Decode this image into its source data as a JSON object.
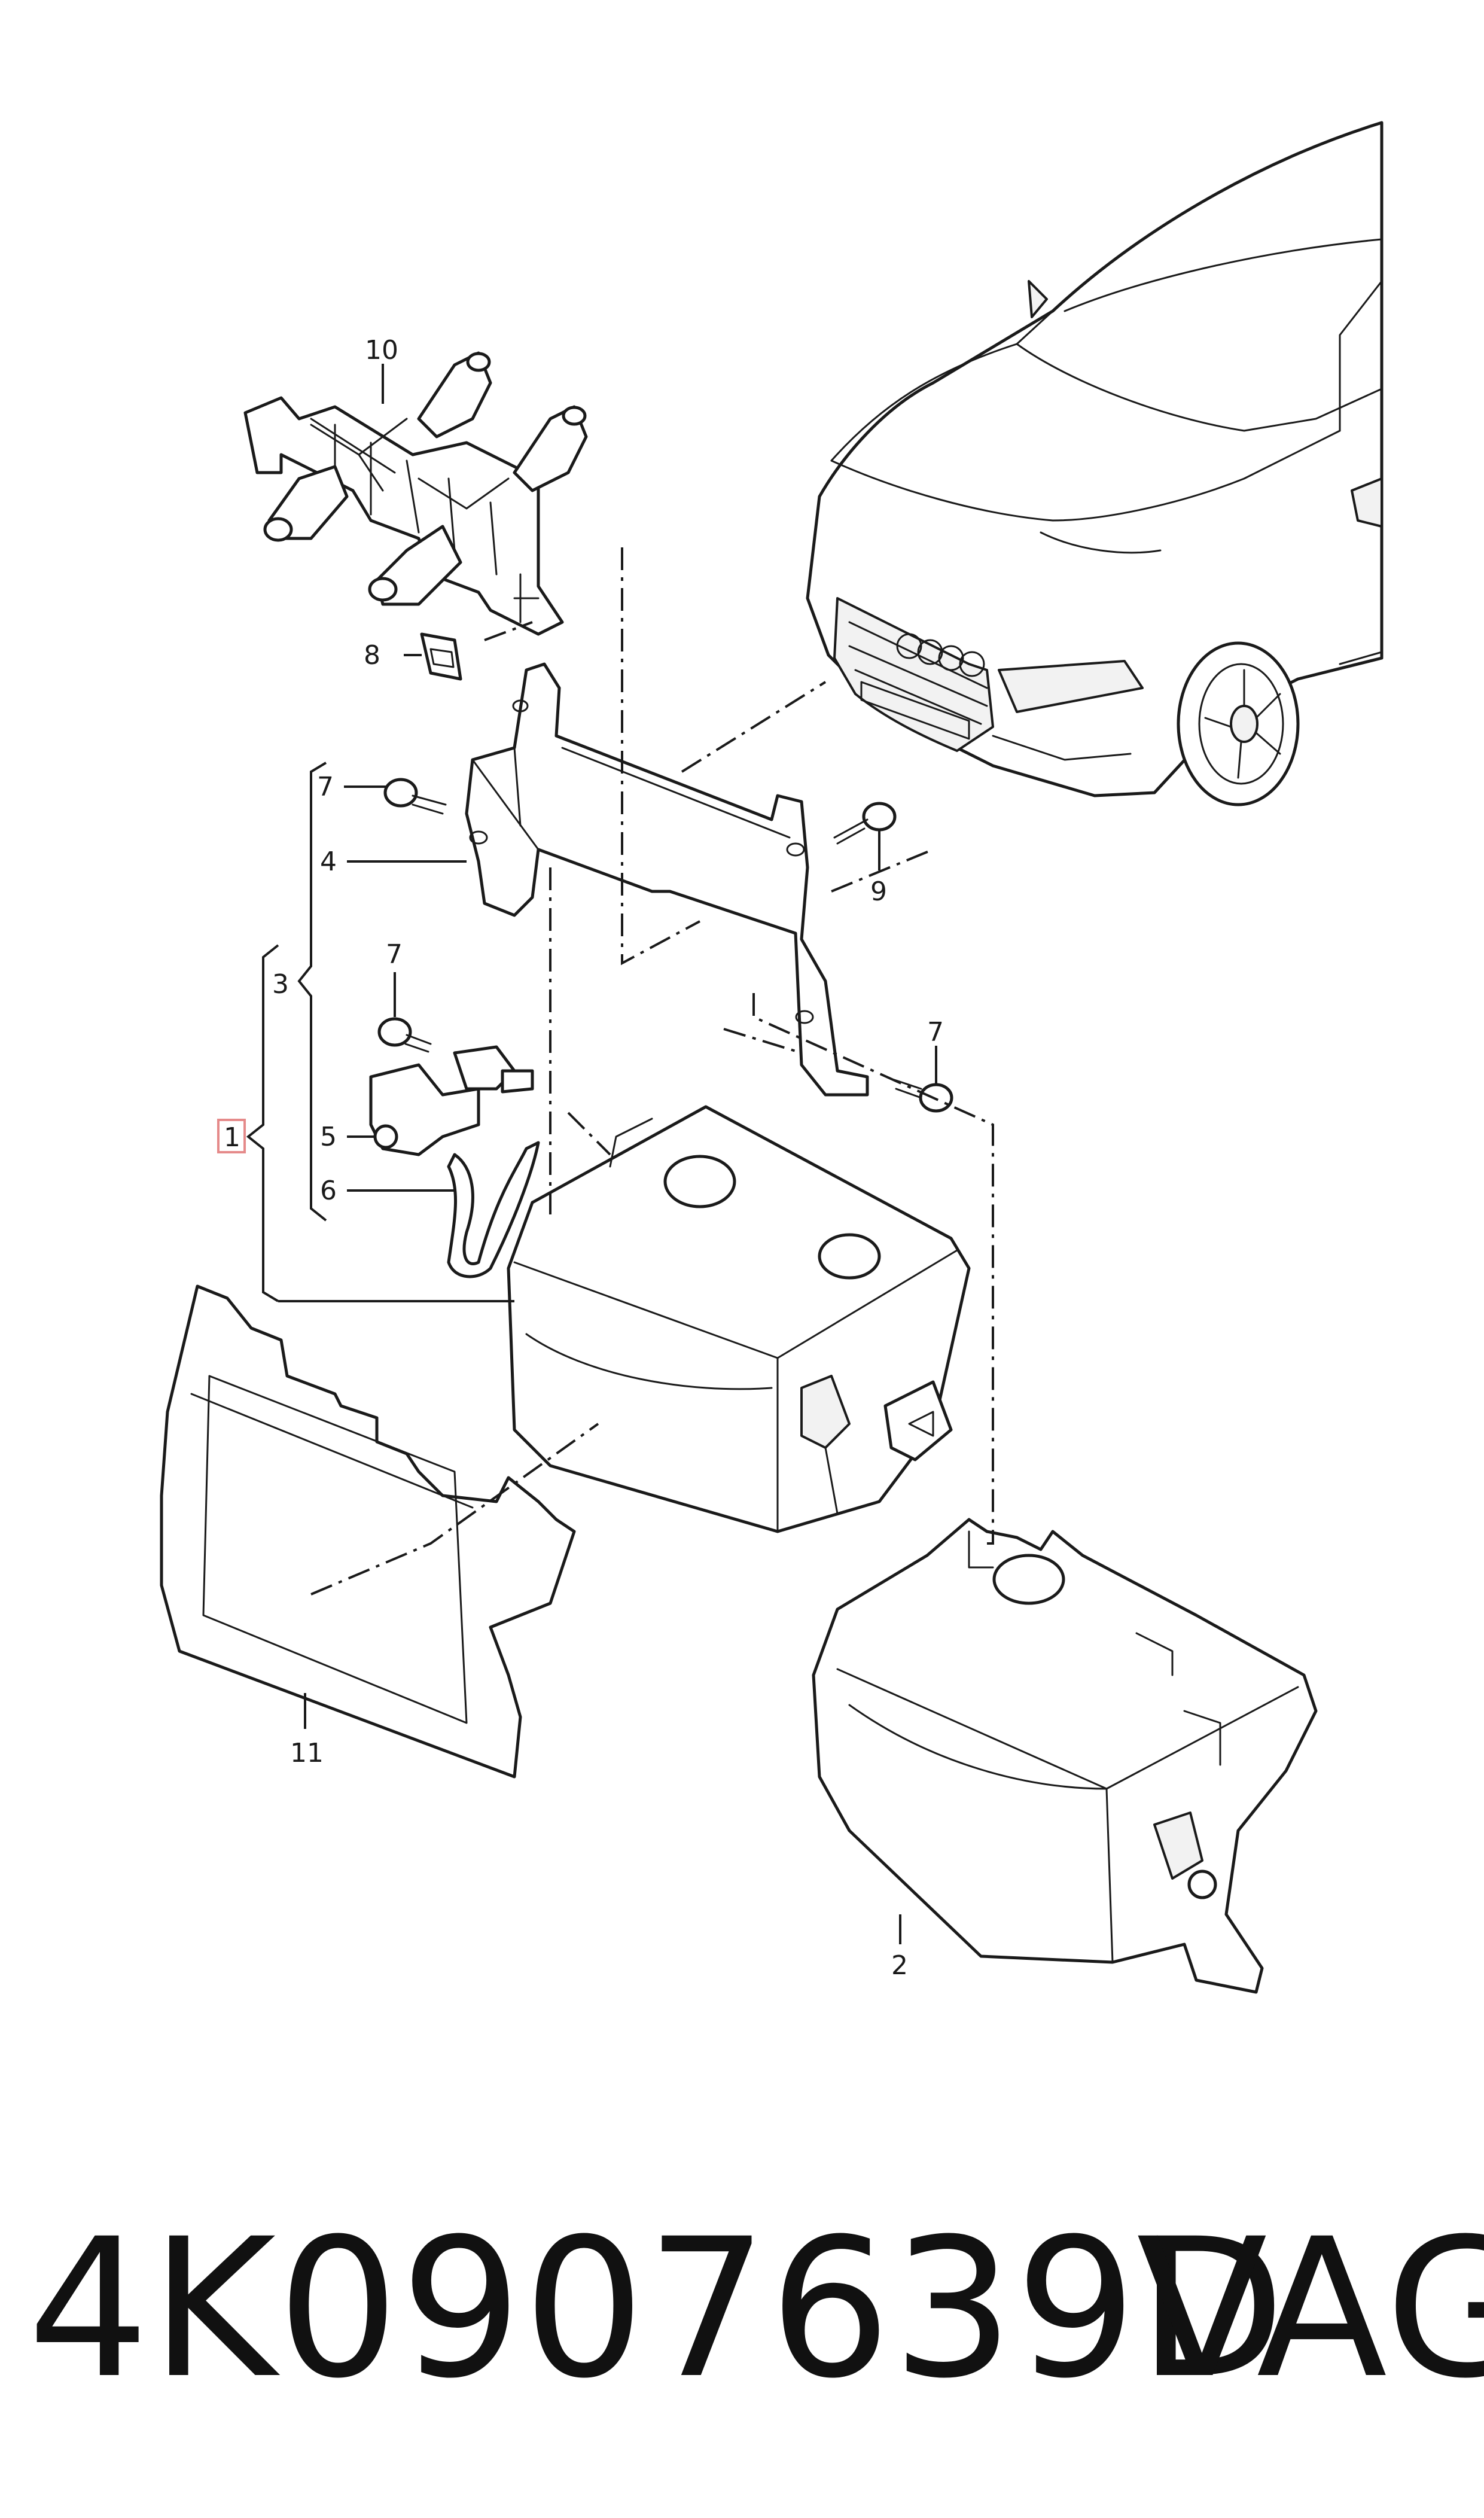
{
  "callouts": {
    "c1": "1",
    "c2": "2",
    "c3": "3",
    "c4": "4",
    "c5": "5",
    "c6": "6",
    "c7a": "7",
    "c7b": "7",
    "c7c": "7",
    "c8": "8",
    "c9": "9",
    "c10": "10",
    "c11": "11"
  },
  "footer": {
    "part_number": "4K0907639D",
    "brand": "VAG"
  },
  "colors": {
    "line": "#1a1a1a",
    "highlight_box": "#e58a8a",
    "background": "#ffffff"
  }
}
